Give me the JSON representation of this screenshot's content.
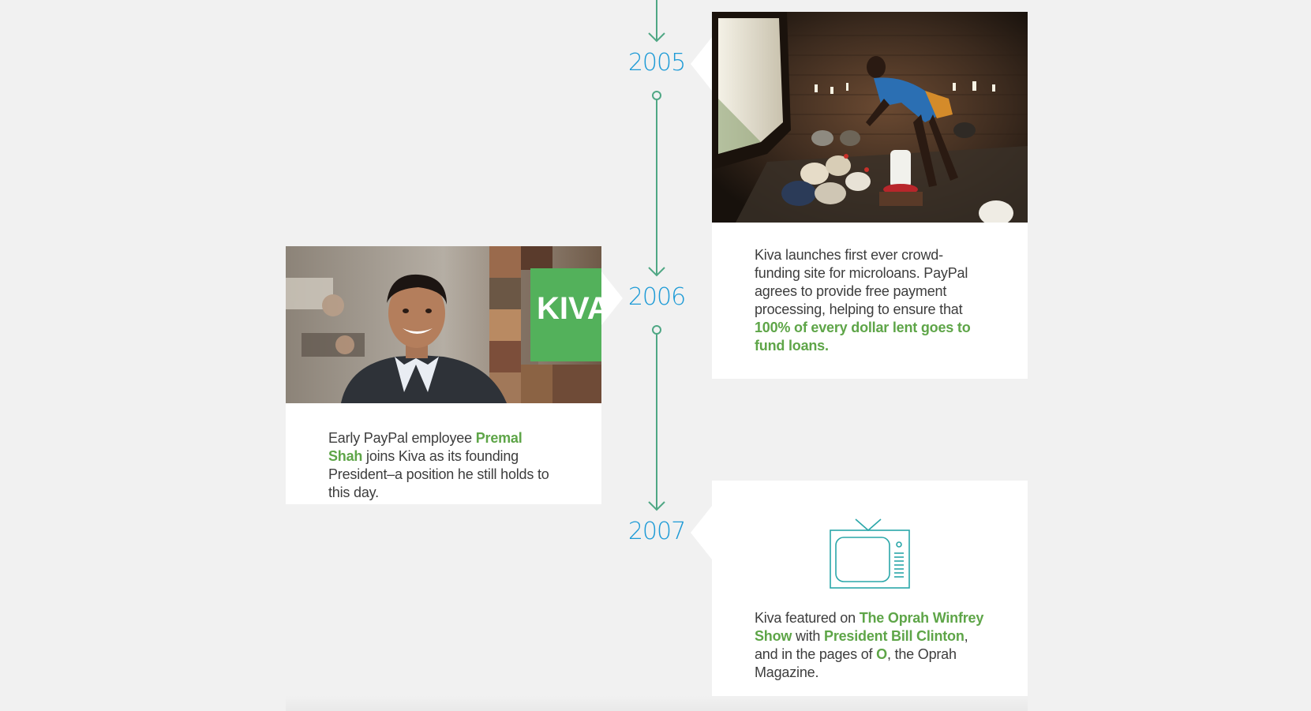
{
  "timeline": {
    "years": [
      "2005",
      "2006",
      "2007"
    ]
  },
  "entries": {
    "e2005": {
      "image_alt": "Woman feeding chickens inside a brick hut",
      "text_before": "Kiva launches first ever crowd-funding site for microloans. PayPal agrees to provide free payment processing, helping to ensure that ",
      "highlight": "100% of every dollar lent goes to fund loans."
    },
    "e2006": {
      "image_alt": "Portrait of Premal Shah in front of a Kiva banner",
      "banner_text": "KIVA",
      "text_before": "Early PayPal employee ",
      "highlight": "Premal Shah",
      "text_after": " joins Kiva as its founding President–a position he still holds to this day."
    },
    "e2007": {
      "icon": "television-icon",
      "text_1": "Kiva featured on ",
      "hl_1": "The Oprah Winfrey Show",
      "text_2": " with ",
      "hl_2": "President Bill Clinton",
      "text_3": ", and in the pages of ",
      "hl_3": "O",
      "text_4": ", the Oprah Magazine."
    }
  },
  "colors": {
    "timeline_line": "#4fa784",
    "year": "#1c9ad6",
    "highlight": "#5ea548",
    "background": "#f1f1f1",
    "tv_icon": "#2aa7a9"
  }
}
